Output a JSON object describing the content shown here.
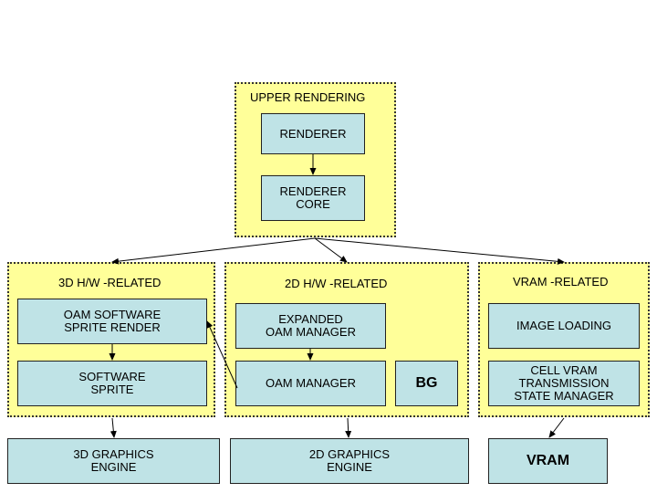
{
  "groups": {
    "upper": {
      "title": "UPPER RENDERING"
    },
    "hw3d": {
      "title": "3D H/W -RELATED"
    },
    "hw2d": {
      "title": "2D H/W -RELATED"
    },
    "vram": {
      "title": "VRAM -RELATED"
    }
  },
  "boxes": {
    "renderer": "RENDERER",
    "renderer_core": "RENDERER\nCORE",
    "oam_software_sprite_render": "OAM SOFTWARE\nSPRITE RENDER",
    "software_sprite": "SOFTWARE\nSPRITE",
    "expanded_oam_manager": "EXPANDED\nOAM MANAGER",
    "oam_manager": "OAM MANAGER",
    "bg": "BG",
    "image_loading": "IMAGE LOADING",
    "cell_vram_transmission_state_manager": "CELL VRAM\nTRANSMISSION\nSTATE MANAGER",
    "graphics_engine_3d": "3D GRAPHICS\nENGINE",
    "graphics_engine_2d": "2D GRAPHICS\nENGINE",
    "vram": "VRAM"
  },
  "colors": {
    "group_fill": "#ffff99",
    "box_fill": "#bfe3e6"
  }
}
